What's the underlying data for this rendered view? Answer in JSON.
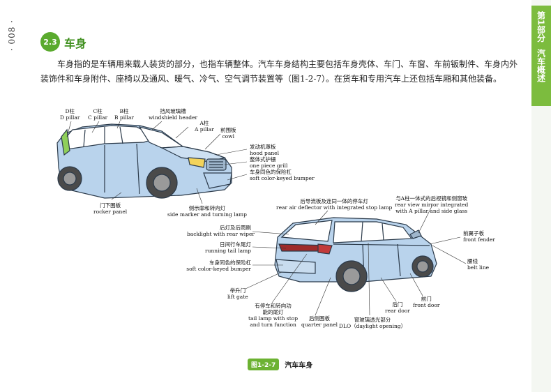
{
  "page_number": "· 008 ·",
  "side_tab": {
    "part": "第1部分",
    "title": "汽车概述"
  },
  "section": {
    "number": "2.3",
    "title": "车身"
  },
  "body_text": "车身指的是车辆用来载人装货的部分，也指车辆整体。汽车车身结构主要包括车身壳体、车门、车窗、车前钣制件、车身内外装饰件和车身附件、座椅以及通风、暖气、冷气、空气调节装置等（图1-2-7）。在货车和专用汽车上还包括车厢和其他装备。",
  "front_car_labels": [
    {
      "id": "d-pillar",
      "cn": "D柱",
      "en": "D pillar"
    },
    {
      "id": "c-pillar",
      "cn": "C柱",
      "en": "C pillar"
    },
    {
      "id": "b-pillar",
      "cn": "B柱",
      "en": "B pillar"
    },
    {
      "id": "windshield-header",
      "cn": "挡风玻璃槽",
      "en": "windshield header"
    },
    {
      "id": "a-pillar",
      "cn": "A柱",
      "en": "A pillar"
    },
    {
      "id": "cowl",
      "cn": "前围板",
      "en": "cowl"
    },
    {
      "id": "hood-panel",
      "cn": "发动机罩板",
      "en": "hood panel"
    },
    {
      "id": "grill",
      "cn": "整体式护栅",
      "en": "one piece grill"
    },
    {
      "id": "front-bumper",
      "cn": "车身同色的保险杠",
      "en": "soft color-keyed bumper"
    },
    {
      "id": "rocker-panel",
      "cn": "门下围板",
      "en": "rocker panel"
    },
    {
      "id": "side-marker",
      "cn": "侧示廓和转向灯",
      "en": "side marker and turning lamp"
    }
  ],
  "rear_car_labels": [
    {
      "id": "air-deflector",
      "cn": "后导流板及连同一体的停车灯",
      "en": "rear air deflector with integrated stop lamp"
    },
    {
      "id": "mirror",
      "cn": "与A柱一体式的后视镜和侧窗玻",
      "en": "rear view mirror integrated",
      "en2": "with A pillar and side glass"
    },
    {
      "id": "backlight",
      "cn": "后灯及后雨刷",
      "en": "backlight with rear wiper"
    },
    {
      "id": "running-tail-lamp",
      "cn": "日间行车尾灯",
      "en": "running tail lamp"
    },
    {
      "id": "rear-bumper",
      "cn": "车身同色的保险杠",
      "en": "soft color-keyed bumper"
    },
    {
      "id": "front-fender",
      "cn": "前翼子板",
      "en": "front fender"
    },
    {
      "id": "belt-line",
      "cn": "腰线",
      "en": "belt line"
    },
    {
      "id": "lift-gate",
      "cn": "举升门",
      "en": "lift gate"
    },
    {
      "id": "tail-lamp",
      "cn": "有停车和转向功",
      "cn2": "能的尾灯",
      "en": "tail lamp with stop",
      "en2": "and turn function"
    },
    {
      "id": "quarter-panel",
      "cn": "后侧围板",
      "en": "quarter panel"
    },
    {
      "id": "dlo",
      "cn": "窗玻璃透光部分",
      "en": "DLO（daylight opening）"
    },
    {
      "id": "rear-door",
      "cn": "后门",
      "en": "rear door"
    },
    {
      "id": "front-door",
      "cn": "前门",
      "en": "front door"
    }
  ],
  "figure": {
    "number": "图1-2-7",
    "caption": "汽车车身"
  },
  "colors": {
    "accent_green": "#5aaa2e",
    "car_body": "#b9d3ec",
    "car_outline": "#2b3a4a"
  }
}
